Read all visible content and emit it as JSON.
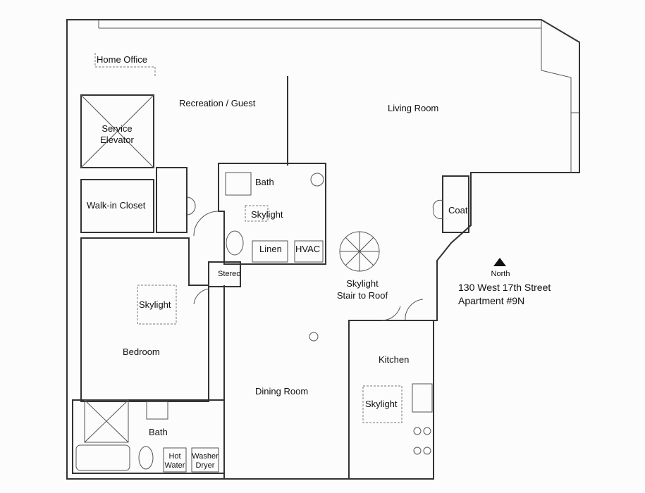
{
  "rooms": {
    "home_office": "Home Office",
    "recreation": "Recreation / Guest",
    "living": "Living Room",
    "service1": "Service",
    "service2": "Elevator",
    "bath_top": "Bath",
    "walkin": "Walk-in Closet",
    "skylight_hall": "Skylight",
    "coat": "Coat",
    "linen": "Linen",
    "hvac": "HVAC",
    "stereo": "Stereo",
    "stair1": "Skylight",
    "stair2": "Stair to Roof",
    "skylight_bed": "Skylight",
    "bedroom": "Bedroom",
    "kitchen": "Kitchen",
    "dining": "Dining Room",
    "skylight_kitchen": "Skylight",
    "bath_bottom": "Bath",
    "hot1": "Hot",
    "hot2": "Water",
    "wash1": "Washer",
    "wash2": "Dryer"
  },
  "compass": "North",
  "address": {
    "line1": "130 West 17th Street",
    "line2": "Apartment #9N"
  }
}
